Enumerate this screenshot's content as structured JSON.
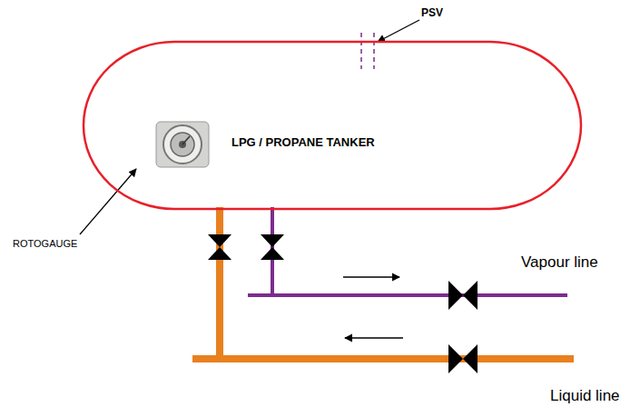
{
  "diagram": {
    "nodes": [
      {
        "text": [
          "LPG / PROPANE TANKER"
        ]
      }
    ],
    "labels": [
      "PSV",
      "ROTOGAUGE",
      "Vapour line",
      "Liquid line"
    ]
  }
}
